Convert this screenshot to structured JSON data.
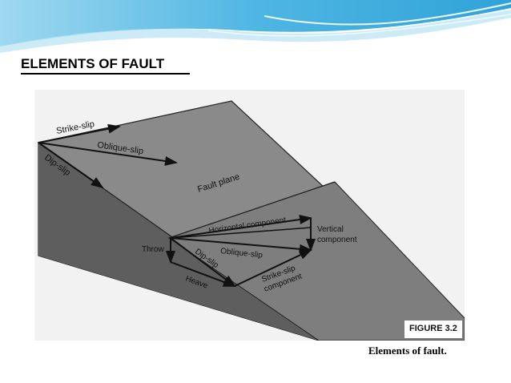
{
  "slide": {
    "title": "ELEMENTS OF FAULT",
    "caption": "Elements  of fault."
  },
  "figure": {
    "number": "FIGURE 3.2",
    "labels": {
      "strike_slip": "Strike-slip",
      "oblique_slip": "Oblique-slip",
      "dip_slip": "Dip-slip",
      "fault_plane": "Fault plane",
      "horizontal_component": "Horizontal component",
      "vertical_component_1": "Vertical",
      "vertical_component_2": "component",
      "throw": "Throw",
      "dip_slip_lower": "Dip-slip",
      "oblique_slip_lower": "Oblique-slip",
      "heave": "Heave",
      "strike_slip_component_1": "Strike-slip",
      "strike_slip_component_2": "component"
    }
  },
  "colors": {
    "header_blue": "#4fb6e3",
    "header_light": "#bfe6f5",
    "fault_plane_fill": "#8a8a8a",
    "side_face_fill": "#6a6a6a",
    "block_edge": "#222222"
  }
}
